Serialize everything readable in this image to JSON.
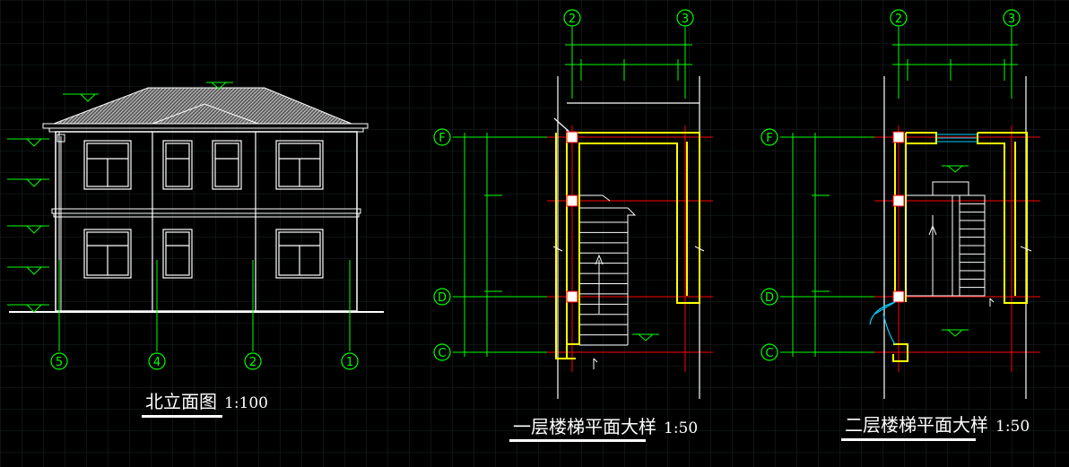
{
  "colors": {
    "background": "#000000",
    "grid": "#1f2a2a",
    "wall": "#ffffff",
    "finish": "#ffff00",
    "dimension": "#00ff00",
    "axis": "#ff0000",
    "roof": "#bfbfbf",
    "door_swing": "#00cfff"
  },
  "drawings": [
    {
      "title": "北立面图",
      "scale": "1:100",
      "axes": [
        "5",
        "4",
        "2",
        "1"
      ]
    },
    {
      "title": "一层楼梯平面大样",
      "scale": "1:50",
      "column_axes": [
        "2",
        "3"
      ],
      "row_axes": [
        "F",
        "D",
        "C"
      ]
    },
    {
      "title": "二层楼梯平面大样",
      "scale": "1:50",
      "column_axes": [
        "2",
        "3"
      ],
      "row_axes": [
        "F",
        "D",
        "C"
      ]
    }
  ]
}
